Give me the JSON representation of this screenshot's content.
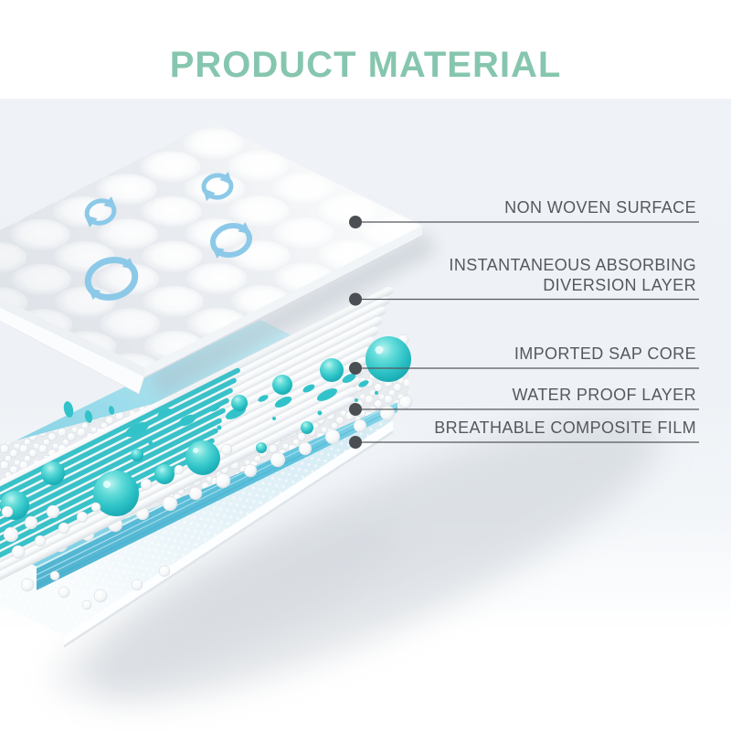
{
  "title": {
    "text": "PRODUCT MATERIAL"
  },
  "labels": [
    {
      "lines": [
        "NON WOVEN SURFACE"
      ]
    },
    {
      "lines": [
        "INSTANTANEOUS ABSORBING",
        "DIVERSION LAYER"
      ]
    },
    {
      "lines": [
        "IMPORTED SAP CORE"
      ]
    },
    {
      "lines": [
        "WATER PROOF LAYER"
      ]
    },
    {
      "lines": [
        "BREATHABLE COMPOSITE FILM"
      ]
    }
  ],
  "icons": [
    {
      "name": "circulation-arrow-icon",
      "meaning": "curved swirl arrows showing air/liquid flow on top sheet"
    },
    {
      "name": "leader-dot",
      "meaning": "callout anchor dot on each material layer"
    }
  ],
  "colors": {
    "title_green": "#86c6ae",
    "label_text": "#55585d",
    "leader_line": "#54575c",
    "leader_dot": "#4b4e53",
    "panel_background": "#eef2f6",
    "arrow_blue": "#8cc9e8",
    "liquid_teal": "#2fbfc7",
    "sap_ball_teal": "#2cc2c6",
    "waterproof_blue": "#5fc2dc",
    "film_blue": "#d6ecf4"
  }
}
